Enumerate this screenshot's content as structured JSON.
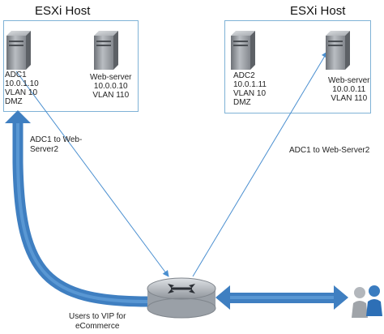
{
  "hosts": [
    {
      "title": "ESXi Host"
    },
    {
      "title": "ESXi Host"
    }
  ],
  "servers": {
    "adc1": [
      "ADC1",
      "10.0.1.10",
      "VLAN 10",
      "DMZ"
    ],
    "web1": [
      "Web-server",
      "10.0.0.10",
      "VLAN 110"
    ],
    "adc2": [
      "ADC2",
      "10.0.1.11",
      "VLAN 10",
      "DMZ"
    ],
    "web2": [
      "Web-server",
      "10.0.0.11",
      "VLAN 110"
    ]
  },
  "links": {
    "left_label": [
      "ADC1 to Web-",
      "Server2"
    ],
    "right_label": "ADC1 to Web-Server2",
    "users_label": [
      "Users to VIP for",
      "eCommerce"
    ]
  },
  "icons": {
    "server": "server-tower-icon",
    "router": "router-icon",
    "users": "users-icon"
  },
  "colors": {
    "host_border": "#7fb2d6",
    "flow_arrow": "#3f7fc1",
    "thin_link": "#4a8fd0",
    "router_body": "#b7bcc4",
    "server_body": "#9ea2a8",
    "user_blue": "#2d6fb6",
    "user_grey": "#a9adb2"
  }
}
